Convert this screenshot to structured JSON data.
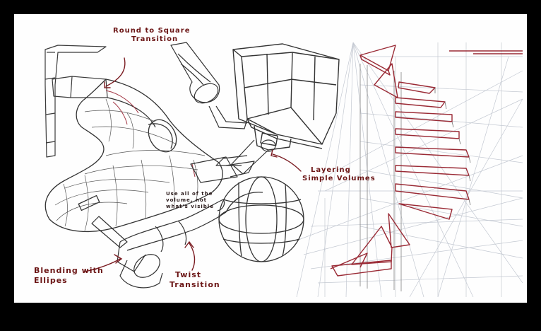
{
  "image": {
    "colors": {
      "background": "#000000",
      "paper": "#fefefe",
      "pencil": "#3a3a3a",
      "construction": "#bcc2cc",
      "red_ink": "#9a2a35",
      "annotation": "#6b1515"
    },
    "annotations": {
      "round_to_square": [
        "Round to Square",
        "Transition"
      ],
      "layering": [
        "Layering",
        "Simple Volumes"
      ],
      "use_volume": [
        "Use all of the",
        "volume, not",
        "what's visible"
      ],
      "blending": [
        "Blending with",
        "Ellipes"
      ],
      "twist": [
        "Twist",
        "Transition"
      ]
    }
  }
}
